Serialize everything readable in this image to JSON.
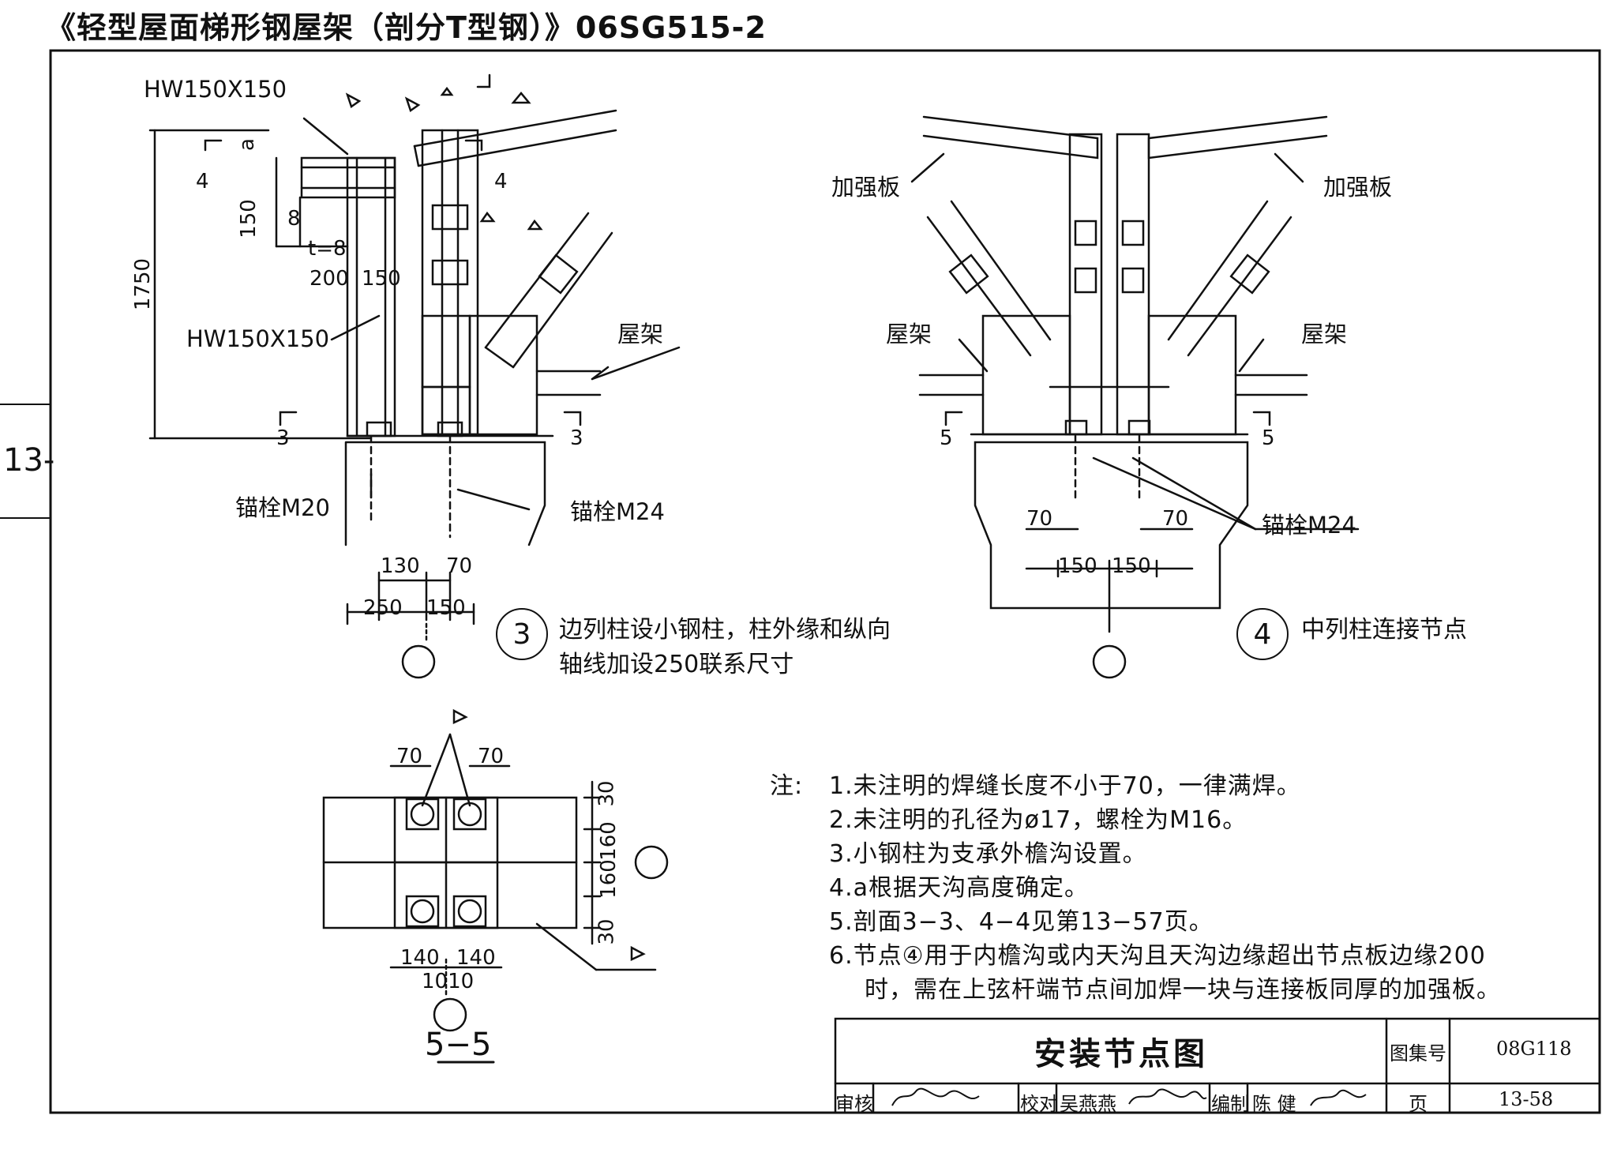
{
  "header": {
    "title": "《轻型屋面梯形钢屋架（剖分T型钢）》06SG515-2",
    "side_tab": "13-"
  },
  "detail3": {
    "member_top": "HW150X150",
    "member_col": "HW150X150",
    "sec_left": "4",
    "sec_right": "4",
    "dim_a": "a",
    "dim_150": "150",
    "dim_8": "8",
    "dim_t8": "t=8",
    "dim_200": "200",
    "dim_150b": "150",
    "dim_1750": "1750",
    "roof_truss": "屋架",
    "sec3_left": "3",
    "sec3_right": "3",
    "anchor_left": "锚栓M20",
    "anchor_right": "锚栓M24",
    "dim_130": "130",
    "dim_70": "70",
    "dim_250": "250",
    "dim_150c": "150",
    "no": "3",
    "caption_l1": "边列柱设小钢柱，柱外缘和纵向",
    "caption_l2": "轴线加设250联系尺寸"
  },
  "detail4": {
    "stiffener_l": "加强板",
    "stiffener_r": "加强板",
    "truss_l": "屋架",
    "truss_r": "屋架",
    "sec5_l": "5",
    "sec5_r": "5",
    "anchor": "锚栓M24",
    "dim_70l": "70",
    "dim_70r": "70",
    "dim_150l": "150",
    "dim_150r": "150",
    "no": "4",
    "caption": "中列柱连接节点"
  },
  "section55": {
    "dim_70l": "70",
    "dim_70r": "70",
    "dim_30t": "30",
    "dim_160a": "160",
    "dim_160b": "160",
    "dim_30b": "30",
    "dim_140l": "140",
    "dim_140r": "140",
    "dim_1010": "1010",
    "title": "5−5"
  },
  "notes": {
    "label": "注:",
    "items": [
      "1.未注明的焊缝长度不小于70，一律满焊。",
      "2.未注明的孔径为ø17，螺栓为M16。",
      "3.小钢柱为支承外檐沟设置。",
      "4.a根据天沟高度确定。",
      "5.剖面3−3、4−4见第13−57页。",
      "6.节点④用于内檐沟或内天沟且天沟边缘超出节点板边缘200",
      "时，需在上弦杆端节点间加焊一块与连接板同厚的加强板。"
    ]
  },
  "title_block": {
    "drawing_title": "安装节点图",
    "atlas_label": "图集号",
    "atlas_no": "08G118",
    "review": "审核",
    "check": "校对",
    "checker": "吴燕燕",
    "compile": "编制",
    "compiler": "陈 健",
    "page_label": "页",
    "page_no": "13-58"
  }
}
